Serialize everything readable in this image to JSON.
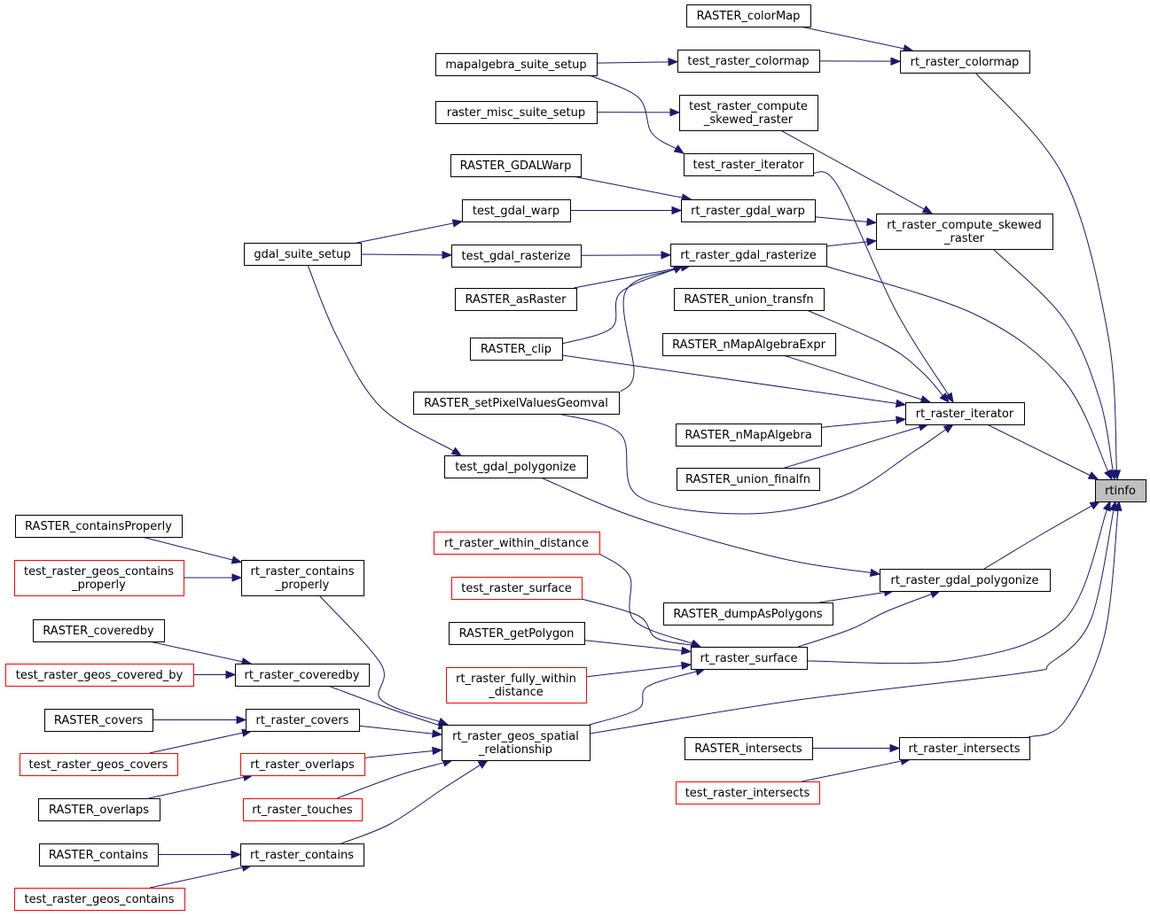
{
  "nodes": [
    {
      "id": "rtinfo",
      "lines": [
        "rtinfo"
      ],
      "style": "target"
    },
    {
      "id": "RASTER_colorMap",
      "lines": [
        "RASTER_colorMap"
      ],
      "style": "black"
    },
    {
      "id": "rt_raster_colormap",
      "lines": [
        "rt_raster_colormap"
      ],
      "style": "black"
    },
    {
      "id": "mapalgebra_suite_setup",
      "lines": [
        "mapalgebra_suite_setup"
      ],
      "style": "black"
    },
    {
      "id": "test_raster_colormap",
      "lines": [
        "test_raster_colormap"
      ],
      "style": "black"
    },
    {
      "id": "raster_misc_suite_setup",
      "lines": [
        "raster_misc_suite_setup"
      ],
      "style": "black"
    },
    {
      "id": "test_raster_compute_skewed_raster",
      "lines": [
        "test_raster_compute",
        "_skewed_raster"
      ],
      "style": "black"
    },
    {
      "id": "test_raster_iterator",
      "lines": [
        "test_raster_iterator"
      ],
      "style": "black"
    },
    {
      "id": "RASTER_GDALWarp",
      "lines": [
        "RASTER_GDALWarp"
      ],
      "style": "black"
    },
    {
      "id": "test_gdal_warp",
      "lines": [
        "test_gdal_warp"
      ],
      "style": "black"
    },
    {
      "id": "rt_raster_gdal_warp",
      "lines": [
        "rt_raster_gdal_warp"
      ],
      "style": "black"
    },
    {
      "id": "rt_raster_compute_skewed_raster",
      "lines": [
        "rt_raster_compute_skewed",
        "_raster"
      ],
      "style": "black"
    },
    {
      "id": "gdal_suite_setup",
      "lines": [
        "gdal_suite_setup"
      ],
      "style": "black"
    },
    {
      "id": "test_gdal_rasterize",
      "lines": [
        "test_gdal_rasterize"
      ],
      "style": "black"
    },
    {
      "id": "rt_raster_gdal_rasterize",
      "lines": [
        "rt_raster_gdal_rasterize"
      ],
      "style": "black"
    },
    {
      "id": "RASTER_asRaster",
      "lines": [
        "RASTER_asRaster"
      ],
      "style": "black"
    },
    {
      "id": "RASTER_union_transfn",
      "lines": [
        "RASTER_union_transfn"
      ],
      "style": "black"
    },
    {
      "id": "RASTER_clip",
      "lines": [
        "RASTER_clip"
      ],
      "style": "black"
    },
    {
      "id": "RASTER_nMapAlgebraExpr",
      "lines": [
        "RASTER_nMapAlgebraExpr"
      ],
      "style": "black"
    },
    {
      "id": "RASTER_setPixelValuesGeomval",
      "lines": [
        "RASTER_setPixelValuesGeomval"
      ],
      "style": "black"
    },
    {
      "id": "rt_raster_iterator",
      "lines": [
        "rt_raster_iterator"
      ],
      "style": "black"
    },
    {
      "id": "RASTER_nMapAlgebra",
      "lines": [
        "RASTER_nMapAlgebra"
      ],
      "style": "black"
    },
    {
      "id": "test_gdal_polygonize",
      "lines": [
        "test_gdal_polygonize"
      ],
      "style": "black"
    },
    {
      "id": "RASTER_union_finalfn",
      "lines": [
        "RASTER_union_finalfn"
      ],
      "style": "black"
    },
    {
      "id": "RASTER_containsProperly",
      "lines": [
        "RASTER_containsProperly"
      ],
      "style": "black"
    },
    {
      "id": "test_raster_geos_contains_properly",
      "lines": [
        "test_raster_geos_contains",
        "_properly"
      ],
      "style": "red"
    },
    {
      "id": "rt_raster_contains_properly",
      "lines": [
        "rt_raster_contains",
        "_properly"
      ],
      "style": "black"
    },
    {
      "id": "rt_raster_within_distance",
      "lines": [
        "rt_raster_within_distance"
      ],
      "style": "red"
    },
    {
      "id": "rt_raster_gdal_polygonize",
      "lines": [
        "rt_raster_gdal_polygonize"
      ],
      "style": "black"
    },
    {
      "id": "test_raster_surface",
      "lines": [
        "test_raster_surface"
      ],
      "style": "red"
    },
    {
      "id": "RASTER_dumpAsPolygons",
      "lines": [
        "RASTER_dumpAsPolygons"
      ],
      "style": "black"
    },
    {
      "id": "RASTER_coveredby",
      "lines": [
        "RASTER_coveredby"
      ],
      "style": "black"
    },
    {
      "id": "RASTER_getPolygon",
      "lines": [
        "RASTER_getPolygon"
      ],
      "style": "black"
    },
    {
      "id": "rt_raster_surface",
      "lines": [
        "rt_raster_surface"
      ],
      "style": "black"
    },
    {
      "id": "test_raster_geos_covered_by",
      "lines": [
        "test_raster_geos_covered_by"
      ],
      "style": "red"
    },
    {
      "id": "rt_raster_coveredby",
      "lines": [
        "rt_raster_coveredby"
      ],
      "style": "black"
    },
    {
      "id": "rt_raster_fully_within_distance",
      "lines": [
        "rt_raster_fully_within",
        "_distance"
      ],
      "style": "red"
    },
    {
      "id": "RASTER_covers",
      "lines": [
        "RASTER_covers"
      ],
      "style": "black"
    },
    {
      "id": "rt_raster_covers",
      "lines": [
        "rt_raster_covers"
      ],
      "style": "black"
    },
    {
      "id": "rt_raster_geos_spatial_relationship",
      "lines": [
        "rt_raster_geos_spatial",
        "_relationship"
      ],
      "style": "black"
    },
    {
      "id": "RASTER_intersects",
      "lines": [
        "RASTER_intersects"
      ],
      "style": "black"
    },
    {
      "id": "rt_raster_intersects",
      "lines": [
        "rt_raster_intersects"
      ],
      "style": "black"
    },
    {
      "id": "test_raster_geos_covers",
      "lines": [
        "test_raster_geos_covers"
      ],
      "style": "red"
    },
    {
      "id": "rt_raster_overlaps",
      "lines": [
        "rt_raster_overlaps"
      ],
      "style": "red"
    },
    {
      "id": "test_raster_intersects",
      "lines": [
        "test_raster_intersects"
      ],
      "style": "red"
    },
    {
      "id": "RASTER_overlaps",
      "lines": [
        "RASTER_overlaps"
      ],
      "style": "black"
    },
    {
      "id": "rt_raster_touches",
      "lines": [
        "rt_raster_touches"
      ],
      "style": "red"
    },
    {
      "id": "RASTER_contains",
      "lines": [
        "RASTER_contains"
      ],
      "style": "black"
    },
    {
      "id": "rt_raster_contains",
      "lines": [
        "rt_raster_contains"
      ],
      "style": "black"
    },
    {
      "id": "test_raster_geos_contains",
      "lines": [
        "test_raster_geos_contains"
      ],
      "style": "red"
    }
  ],
  "edges": [
    [
      "RASTER_colorMap",
      "rt_raster_colormap"
    ],
    [
      "test_raster_colormap",
      "rt_raster_colormap"
    ],
    [
      "mapalgebra_suite_setup",
      "test_raster_colormap"
    ],
    [
      "mapalgebra_suite_setup",
      "test_raster_iterator"
    ],
    [
      "raster_misc_suite_setup",
      "test_raster_compute_skewed_raster"
    ],
    [
      "test_raster_compute_skewed_raster",
      "rt_raster_compute_skewed_raster"
    ],
    [
      "test_raster_iterator",
      "rt_raster_iterator"
    ],
    [
      "RASTER_GDALWarp",
      "rt_raster_gdal_warp"
    ],
    [
      "test_gdal_warp",
      "rt_raster_gdal_warp"
    ],
    [
      "rt_raster_gdal_warp",
      "rt_raster_compute_skewed_raster"
    ],
    [
      "gdal_suite_setup",
      "test_gdal_warp"
    ],
    [
      "gdal_suite_setup",
      "test_gdal_rasterize"
    ],
    [
      "gdal_suite_setup",
      "test_gdal_polygonize"
    ],
    [
      "test_gdal_rasterize",
      "rt_raster_gdal_rasterize"
    ],
    [
      "rt_raster_gdal_rasterize",
      "rt_raster_compute_skewed_raster"
    ],
    [
      "RASTER_asRaster",
      "rt_raster_gdal_rasterize"
    ],
    [
      "RASTER_clip",
      "rt_raster_gdal_rasterize"
    ],
    [
      "RASTER_setPixelValuesGeomval",
      "rt_raster_gdal_rasterize"
    ],
    [
      "RASTER_union_transfn",
      "rt_raster_iterator"
    ],
    [
      "RASTER_clip",
      "rt_raster_iterator"
    ],
    [
      "RASTER_nMapAlgebraExpr",
      "rt_raster_iterator"
    ],
    [
      "RASTER_nMapAlgebra",
      "rt_raster_iterator"
    ],
    [
      "RASTER_union_finalfn",
      "rt_raster_iterator"
    ],
    [
      "RASTER_setPixelValuesGeomval",
      "rt_raster_iterator"
    ],
    [
      "test_gdal_polygonize",
      "rt_raster_gdal_polygonize"
    ],
    [
      "RASTER_dumpAsPolygons",
      "rt_raster_gdal_polygonize"
    ],
    [
      "rt_raster_surface",
      "rt_raster_gdal_polygonize"
    ],
    [
      "rt_raster_colormap",
      "rtinfo"
    ],
    [
      "rt_raster_compute_skewed_raster",
      "rtinfo"
    ],
    [
      "rt_raster_gdal_rasterize",
      "rtinfo"
    ],
    [
      "rt_raster_iterator",
      "rtinfo"
    ],
    [
      "rt_raster_gdal_polygonize",
      "rtinfo"
    ],
    [
      "rt_raster_surface",
      "rtinfo"
    ],
    [
      "rt_raster_geos_spatial_relationship",
      "rtinfo"
    ],
    [
      "rt_raster_intersects",
      "rtinfo"
    ],
    [
      "rt_raster_within_distance",
      "rt_raster_surface"
    ],
    [
      "test_raster_surface",
      "rt_raster_surface"
    ],
    [
      "RASTER_getPolygon",
      "rt_raster_surface"
    ],
    [
      "rt_raster_fully_within_distance",
      "rt_raster_surface"
    ],
    [
      "rt_raster_geos_spatial_relationship",
      "rt_raster_surface"
    ],
    [
      "RASTER_containsProperly",
      "rt_raster_contains_properly"
    ],
    [
      "test_raster_geos_contains_properly",
      "rt_raster_contains_properly"
    ],
    [
      "rt_raster_contains_properly",
      "rt_raster_geos_spatial_relationship"
    ],
    [
      "RASTER_coveredby",
      "rt_raster_coveredby"
    ],
    [
      "test_raster_geos_covered_by",
      "rt_raster_coveredby"
    ],
    [
      "rt_raster_coveredby",
      "rt_raster_geos_spatial_relationship"
    ],
    [
      "RASTER_covers",
      "rt_raster_covers"
    ],
    [
      "test_raster_geos_covers",
      "rt_raster_covers"
    ],
    [
      "rt_raster_covers",
      "rt_raster_geos_spatial_relationship"
    ],
    [
      "rt_raster_overlaps",
      "rt_raster_geos_spatial_relationship"
    ],
    [
      "RASTER_overlaps",
      "rt_raster_overlaps"
    ],
    [
      "rt_raster_touches",
      "rt_raster_geos_spatial_relationship"
    ],
    [
      "rt_raster_contains",
      "rt_raster_geos_spatial_relationship"
    ],
    [
      "RASTER_contains",
      "rt_raster_contains"
    ],
    [
      "test_raster_geos_contains",
      "rt_raster_contains"
    ],
    [
      "RASTER_intersects",
      "rt_raster_intersects"
    ],
    [
      "test_raster_intersects",
      "rt_raster_intersects"
    ]
  ]
}
